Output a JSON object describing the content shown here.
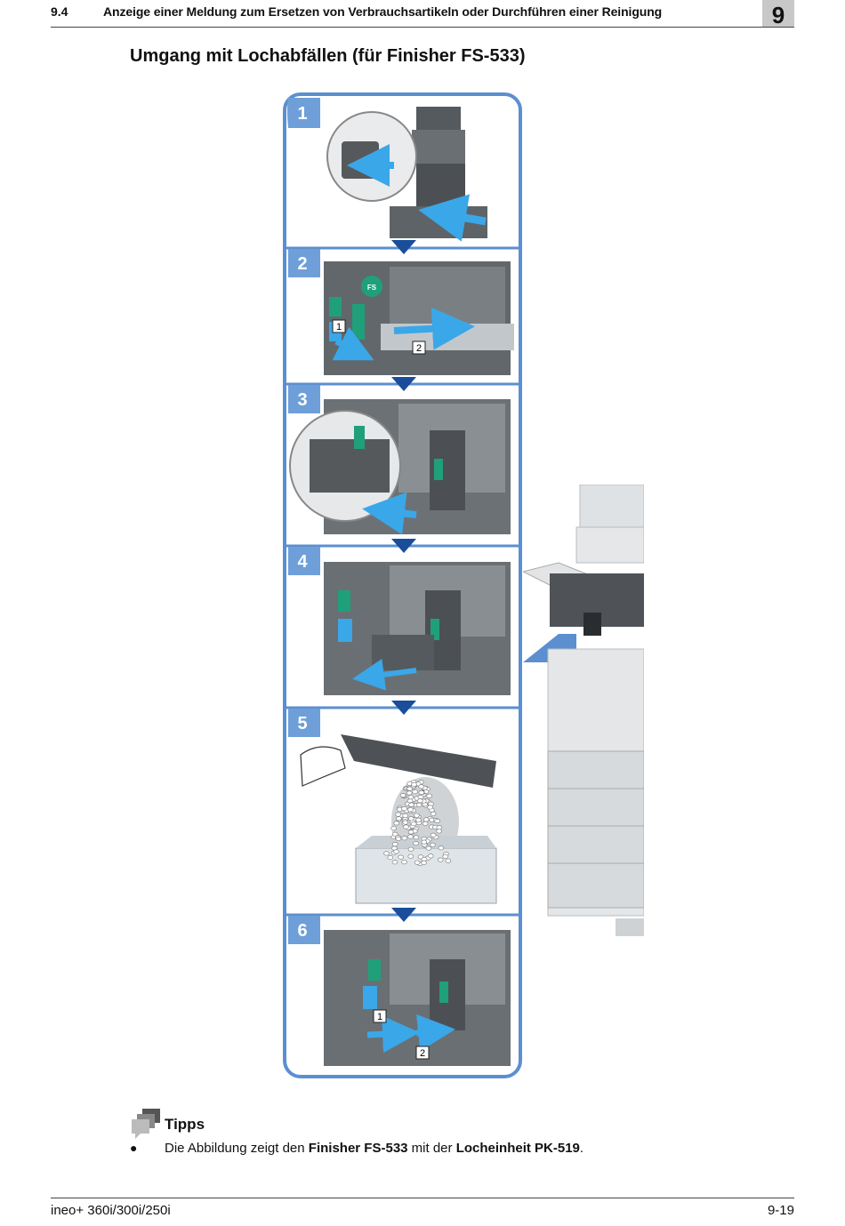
{
  "header": {
    "section": "9.4",
    "title": "Anzeige einer Meldung zum Ersetzen von Verbrauchsartikeln oder Durchführen einer Reinigung",
    "chapter": "9"
  },
  "page_title": "Umgang mit Lochabfällen (für Finisher FS-533)",
  "steps": [
    "1",
    "2",
    "3",
    "4",
    "5",
    "6"
  ],
  "callouts": {
    "step2_a": "1",
    "step2_b": "2",
    "step2_badge": "FS",
    "step6_a": "1",
    "step6_b": "2"
  },
  "tips": {
    "heading": "Tipps",
    "bullet": "●",
    "text_pre": "Die Abbildung zeigt den ",
    "bold1": "Finisher FS-533",
    "text_mid": " mit der ",
    "bold2": "Locheinheit PK-519",
    "text_post": "."
  },
  "footer": {
    "model": "ineo+ 360i/300i/250i",
    "page": "9-19"
  },
  "colors": {
    "panel_border": "#5b8fd0",
    "step_badge": "#6f9fd8",
    "arrow_down": "#1a4d9a",
    "accent_arrow": "#3aa7e8",
    "lever_green": "#1fa07a",
    "machine_dark": "#555a5e"
  }
}
